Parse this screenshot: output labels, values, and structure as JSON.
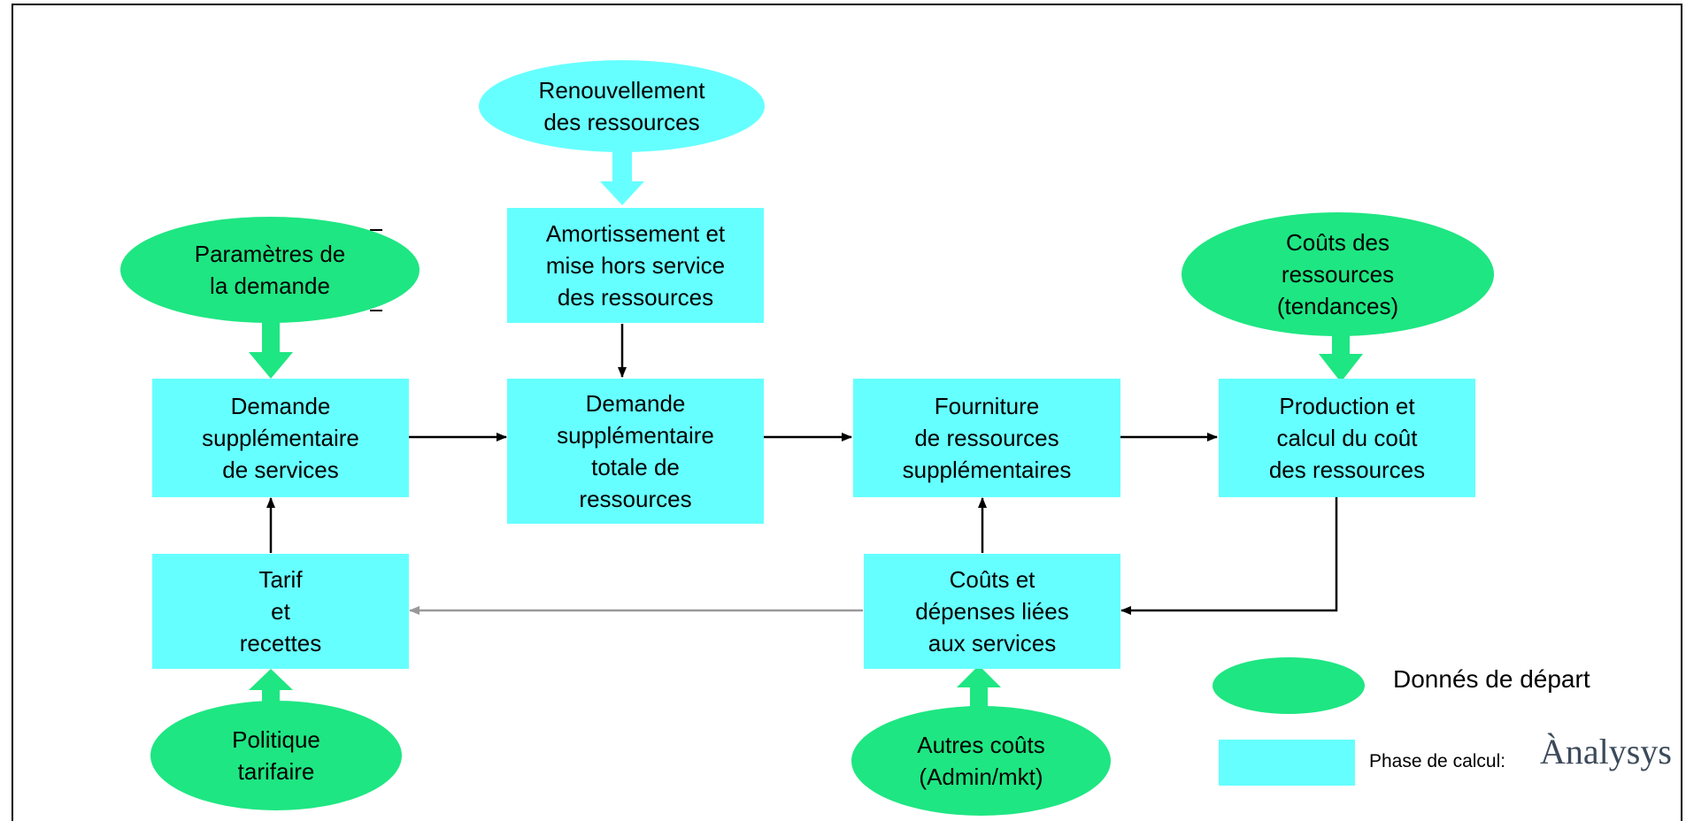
{
  "nodes": {
    "renouvellement": "Renouvellement\ndes ressources",
    "amortissement": "Amortissement et\nmise hors service\ndes ressources",
    "parametres": "Paramètres de\nla demande",
    "couts_ressources": "Coûts des\n      ressources\n(tendances)",
    "demande_services": "Demande\nsupplémentaire\nde services",
    "demande_totale": "Demande\nsupplémentaire\ntotale de\nressources",
    "fourniture": "Fourniture\nde ressources\nsupplémentaires",
    "production": "Production et\ncalcul du coût\ndes ressources",
    "tarif": "Tarif\net\nrecettes",
    "couts_depenses": "Coûts et\ndépenses liées\naux services",
    "politique": "Politique\ntarifaire",
    "autres_couts": "Autres coûts\n(Admin/mkt)"
  },
  "legend": {
    "input_label": "Donnés de départ",
    "phase_label": "Phase de calcul:",
    "logo_text": "Ànalysys"
  },
  "colors": {
    "input_green": "#1ee682",
    "process_cyan": "#66ffff",
    "arrow_black": "#000000",
    "arrow_grey": "#999999"
  }
}
